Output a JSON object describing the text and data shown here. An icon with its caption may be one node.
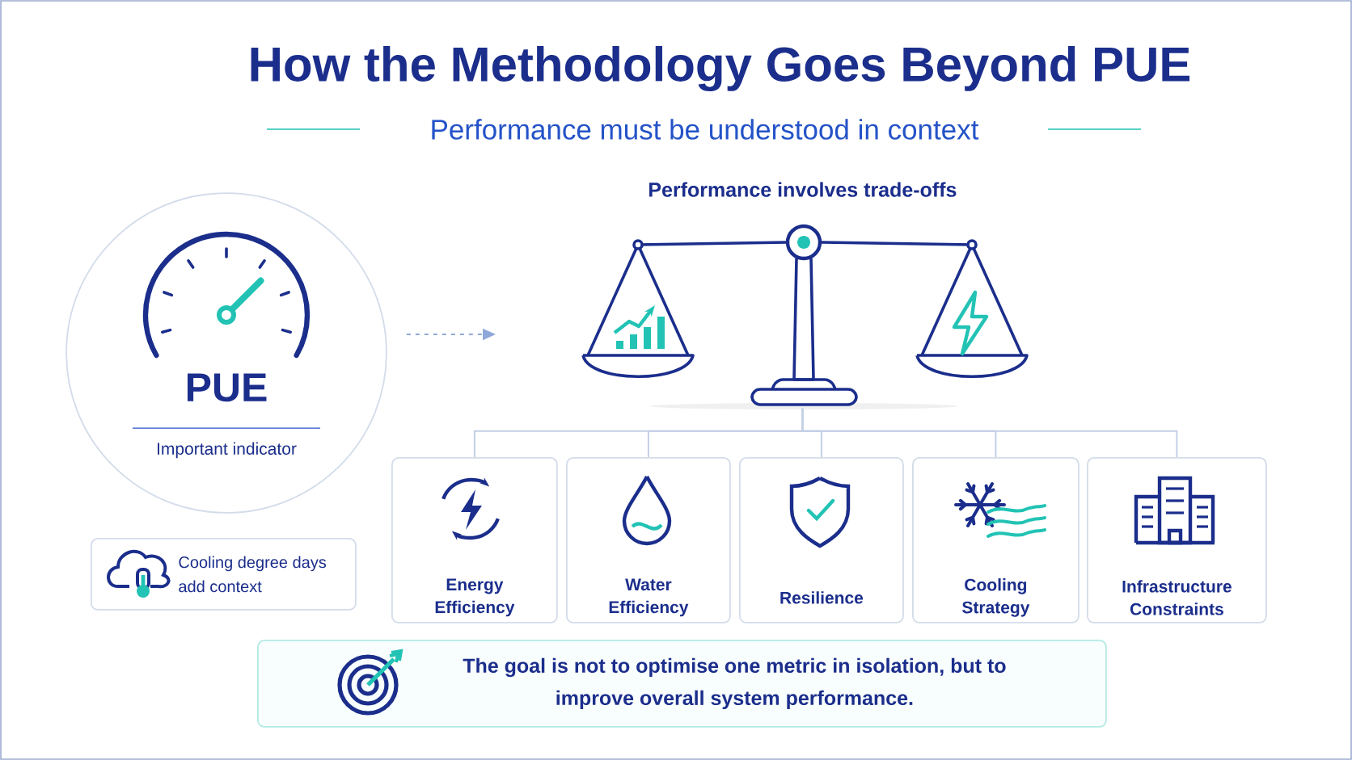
{
  "diagram": {
    "title": "How the Methodology Goes Beyond PUE",
    "nodes": [
      {
        "text": [
          "PUE",
          "Important indicator"
        ]
      },
      {
        "text": [
          "Cooling degree days add context"
        ]
      },
      {
        "text": [
          "Performance involves trade-offs"
        ]
      },
      {
        "text": [
          "Energy Efficiency"
        ]
      },
      {
        "text": [
          "Water Efficiency"
        ]
      },
      {
        "text": [
          "Resilience"
        ]
      },
      {
        "text": [
          "Cooling Strategy"
        ]
      },
      {
        "text": [
          "Infrastructure Constraints"
        ]
      },
      {
        "text": [
          "The goal is not to optimise one metric in isolation, but to improve overall system performance."
        ]
      }
    ],
    "edges": [
      {
        "from": 0,
        "to": 2,
        "arrow": "to",
        "style": "dashed"
      },
      {
        "from": 2,
        "to": 3,
        "arrow": "none"
      },
      {
        "from": 2,
        "to": 4,
        "arrow": "none"
      },
      {
        "from": 2,
        "to": 5,
        "arrow": "none"
      },
      {
        "from": 2,
        "to": 6,
        "arrow": "none"
      },
      {
        "from": 2,
        "to": 7,
        "arrow": "none"
      }
    ],
    "labels": [
      "Performance must be understood in context"
    ]
  }
}
